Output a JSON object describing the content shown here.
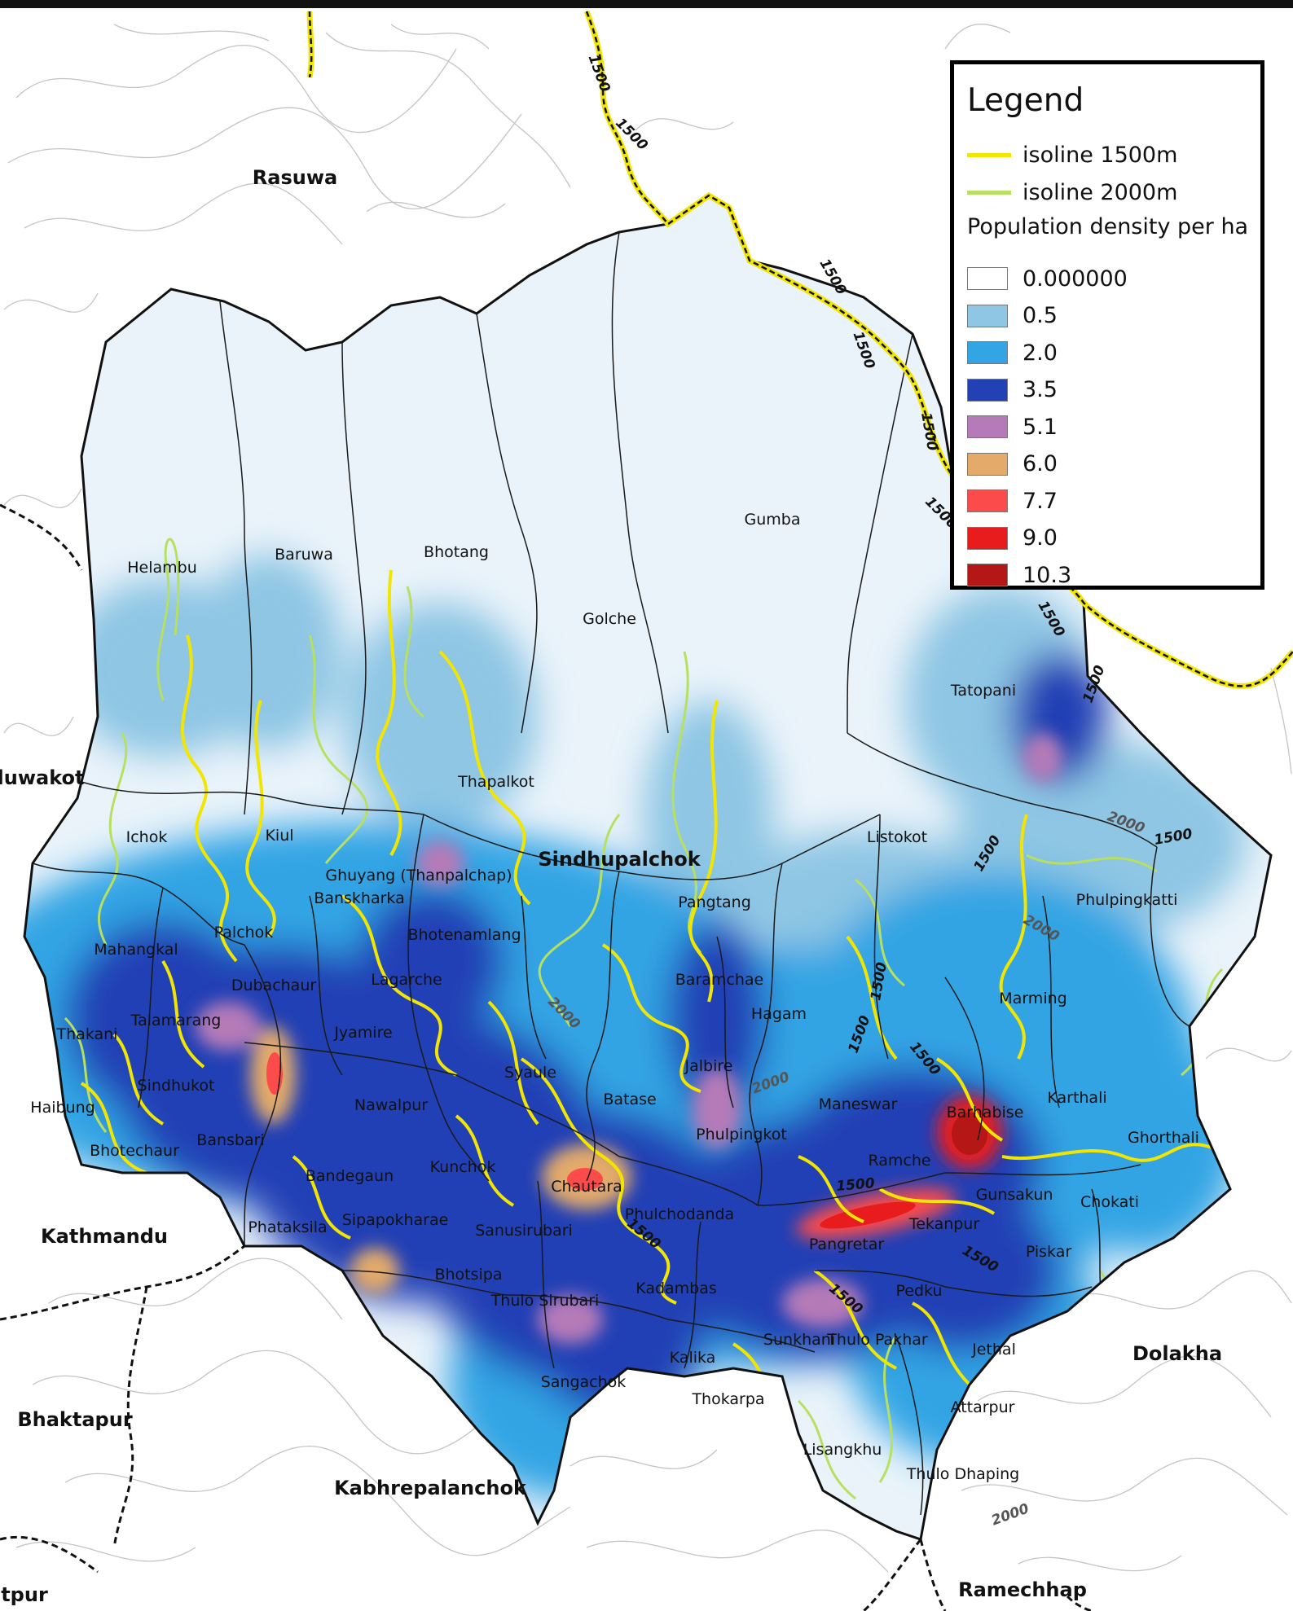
{
  "legend": {
    "title": "Legend",
    "isolines": [
      {
        "label": "isoline 1500m",
        "color": "#f2e600"
      },
      {
        "label": "isoline 2000m",
        "color": "#b8e060"
      }
    ],
    "density_title": "Population density per ha",
    "classes": [
      {
        "label": "0.000000",
        "color": "#ffffff"
      },
      {
        "label": "0.5",
        "color": "#8ec6e4"
      },
      {
        "label": "2.0",
        "color": "#33a4e4"
      },
      {
        "label": "3.5",
        "color": "#2241b5"
      },
      {
        "label": "5.1",
        "color": "#b57ab8"
      },
      {
        "label": "6.0",
        "color": "#e3aa6a"
      },
      {
        "label": "7.7",
        "color": "#fb4b4b"
      },
      {
        "label": "9.0",
        "color": "#e81c1c"
      },
      {
        "label": "10.3",
        "color": "#b51616"
      }
    ]
  },
  "districts": {
    "main": "Sindhupalchok",
    "neighbors": [
      "Rasuwa",
      "luwakot",
      "Kathmandu",
      "Bhaktapur",
      "Kabhrepalanchok",
      "Dolakha",
      "Ramechhap",
      "tpur"
    ]
  },
  "vdcs": [
    "Helambu",
    "Baruwa",
    "Bhotang",
    "Golche",
    "Gumba",
    "Tatopani",
    "Thapalkot",
    "Ichok",
    "Kiul",
    "Ghuyang (Thanpalchap)",
    "Banskharka",
    "Listokot",
    "Phulpingkatti",
    "Pangtang",
    "Palchok",
    "Bhotenamlang",
    "Mahangkal",
    "Dubachaur",
    "Lagarche",
    "Baramchae",
    "Hagam",
    "Marming",
    "Thakani",
    "Talamarang",
    "Jyamire",
    "Sindhukot",
    "Syaule",
    "Jalbire",
    "Maneswar",
    "Karthali",
    "Barhabise",
    "Haibung",
    "Nawalpur",
    "Batase",
    "Phulpingkot",
    "Ghorthali",
    "Bhotechaur",
    "Bansbari",
    "Ramche",
    "Kunchok",
    "Bandegaun",
    "Chautara",
    "Gunsakun",
    "Chokati",
    "Phataksila",
    "Sipapokharae",
    "Phulchodanda",
    "Tekanpur",
    "Sanusirubari",
    "Pangretar",
    "Piskar",
    "Bhotsipa",
    "Kadambas",
    "Pedku",
    "Thulo Sirubari",
    "Sunkhani",
    "Thulo Pakhar",
    "Jethal",
    "Kalika",
    "Sangachok",
    "Thokarpa",
    "Attarpur",
    "Lisangkhu",
    "Thulo Dhaping"
  ],
  "isoline_labels": [
    "1500",
    "1500",
    "1500",
    "1500",
    "1500",
    "1500",
    "1500",
    "1500",
    "2000",
    "2000",
    "1500",
    "1500",
    "1500",
    "1500",
    "2000",
    "2000",
    "1500",
    "1500",
    "1500",
    "1500",
    "1500",
    "2000"
  ]
}
